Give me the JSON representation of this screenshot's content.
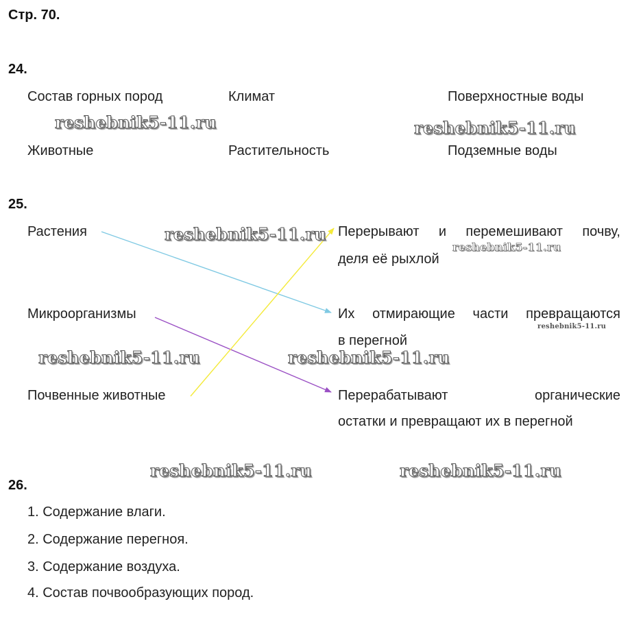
{
  "page_header": "Стр. 70.",
  "task24": {
    "number": "24.",
    "row1": [
      "Состав горных пород",
      "Климат",
      "Поверхностные воды"
    ],
    "row2": [
      "Животные",
      "Растительность",
      "Подземные воды"
    ]
  },
  "task25": {
    "number": "25.",
    "left": [
      "Растения",
      "Микроорганизмы",
      "Почвенные животные"
    ],
    "right": [
      {
        "line1": "Перерывают и перемешивают почву,",
        "line2": "деля её рыхлой"
      },
      {
        "line1": "Их отмирающие части превращаются",
        "line2": "в перегной"
      },
      {
        "line1": "Перерабатывают органические",
        "line2": "остатки и превращают их в перегной"
      }
    ],
    "arrow_colors": {
      "plants": "#7fc9e3",
      "microorganisms": "#9a4fc4",
      "soil_animals": "#f4ea3a"
    }
  },
  "task26": {
    "number": "26.",
    "items": [
      "1. Содержание влаги.",
      "2. Содержание перегноя.",
      "3. Содержание воздуха.",
      "4. Состав почвообразующих пород."
    ]
  },
  "watermark": "reshebnik5-11.ru"
}
